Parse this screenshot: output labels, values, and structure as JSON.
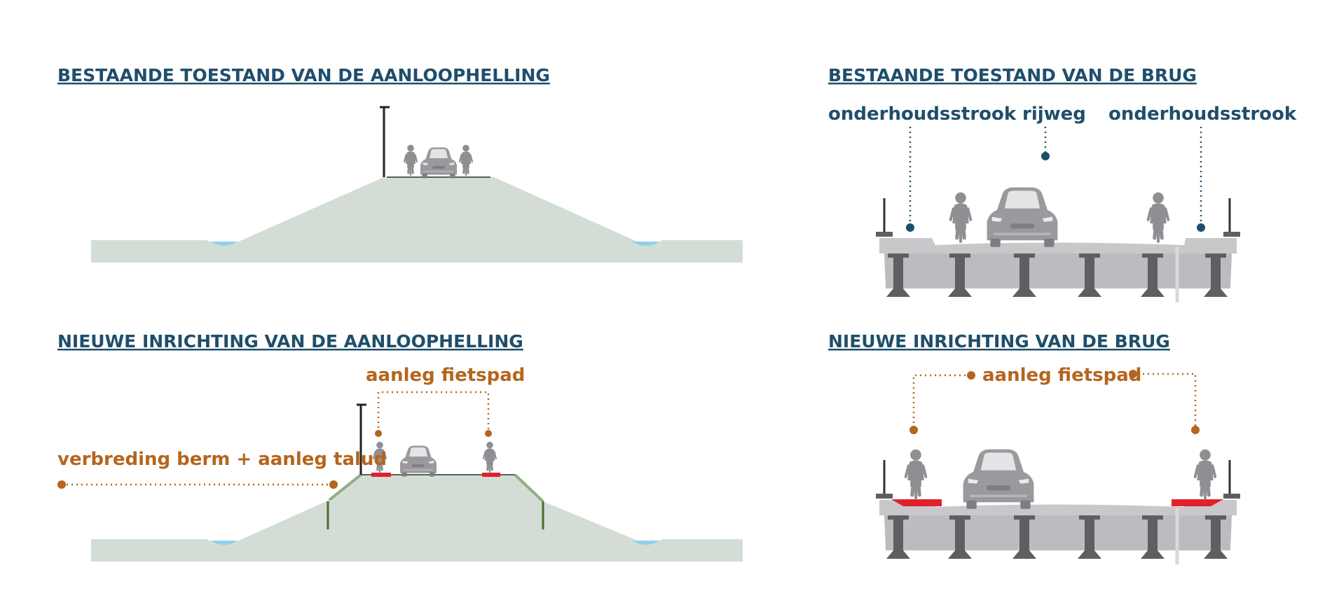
{
  "panels": {
    "top_left": {
      "title": "BESTAANDE TOESTAND VAN DE AANLOOPHELLING"
    },
    "top_right": {
      "title": "BESTAANDE TOESTAND VAN DE BRUG",
      "labels": {
        "left": "onderhoudsstrook",
        "center": "rijweg",
        "right": "onderhoudsstrook"
      }
    },
    "bottom_left": {
      "title": "NIEUWE INRICHTING VAN DE AANLOOPHELLING",
      "labels": {
        "bike": "aanleg fietspad",
        "berm": "verbreding berm + aanleg talud"
      }
    },
    "bottom_right": {
      "title": "NIEUWE INRICHTING VAN DE BRUG",
      "labels": {
        "bike": "aanleg fietspad"
      }
    }
  },
  "colors": {
    "title": "#1f4e6b",
    "annotation_orange": "#b5651d",
    "embankment": "#d3ddd5",
    "water": "#8fd0ea",
    "bridge": "#c8c8cb",
    "bridge_dark": "#7a7a7d",
    "bike_path": "#e1202c",
    "silhouette": "#8f8f93",
    "pole": "#222222"
  },
  "icons": [
    "car-icon",
    "cyclist-icon",
    "lamp-post-icon",
    "railing-icon"
  ]
}
